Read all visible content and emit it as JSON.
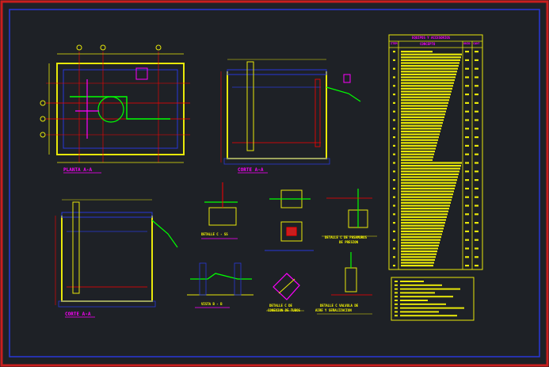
{
  "drawing": {
    "views": {
      "plan_a": "PLANTA A-A",
      "section_a": "CORTE A-A",
      "section_b": "CORTE A-A"
    },
    "details": {
      "detail_ss": "DETALLE C - SS",
      "detail_pass": "DETALLE C DE PASAMUROS",
      "detail_pass_sub": "DE PRESION",
      "view_b": "VISTA B - B",
      "detail_c": "DETALLE C DE",
      "detail_c_sub": "CONEXION DE TUBOS",
      "detail_valve": "DETALLE C VALVULA DE",
      "detail_valve_sub": "AIRE Y SEÑALIZACION"
    },
    "table": {
      "title": "EQUIPOS Y ACCESORIOS",
      "col_item": "ITEM",
      "col_concept": "CONCEPTO",
      "col_unit": "UNID",
      "col_qty": "CANT"
    },
    "colors": {
      "background": "#1e2126",
      "outer_border": "#c81e1e",
      "inner_border": "#2838d8",
      "concrete": "#e8e80a",
      "text": "#ffff00",
      "title_text": "#ff00ff",
      "dimension": "#ff0000",
      "pipe": "#00ff00",
      "accent": "#0000ff"
    }
  }
}
